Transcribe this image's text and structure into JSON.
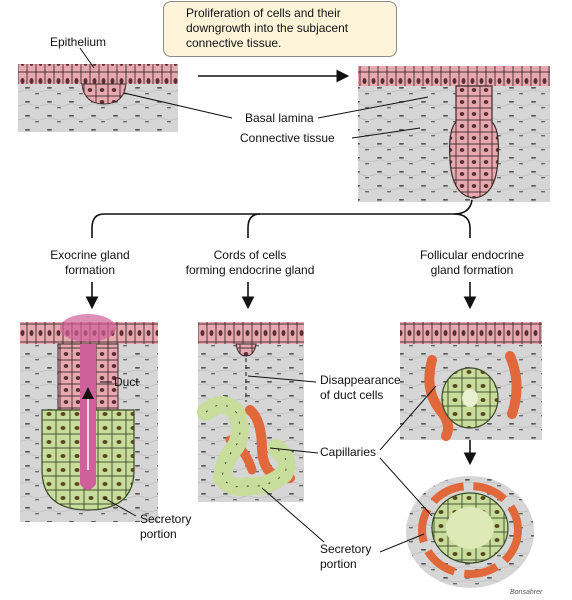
{
  "callout": {
    "line1": "Proliferation of cells and their",
    "line2": "downgrowth into the subjacent",
    "line3": "connective tissue."
  },
  "labels": {
    "epithelium": "Epithelium",
    "basal_lamina": "Basal lamina",
    "connective_tissue": "Connective tissue",
    "exocrine_1": "Exocrine gland",
    "exocrine_2": "formation",
    "cords_1": "Cords of cells",
    "cords_2": "forming endocrine gland",
    "follicular_1": "Follicular endocrine",
    "follicular_2": "gland formation",
    "duct": "Duct",
    "disappearance_1": "Disappearance",
    "disappearance_2": "of duct cells",
    "capillaries": "Capillaries",
    "secretory_left_1": "Secretory",
    "secretory_left_2": "portion",
    "secretory_mid_1": "Secretory",
    "secretory_mid_2": "portion",
    "signature": "Bonsahrer"
  },
  "colors": {
    "epithelium_cell": "#e8a8b0",
    "epithelium_outline": "#3a2a2a",
    "connective_bg": "#d4d4d4",
    "secretory_cell": "#c8dc9c",
    "capillary": "#e0683a",
    "lumen": "#d0609a"
  }
}
